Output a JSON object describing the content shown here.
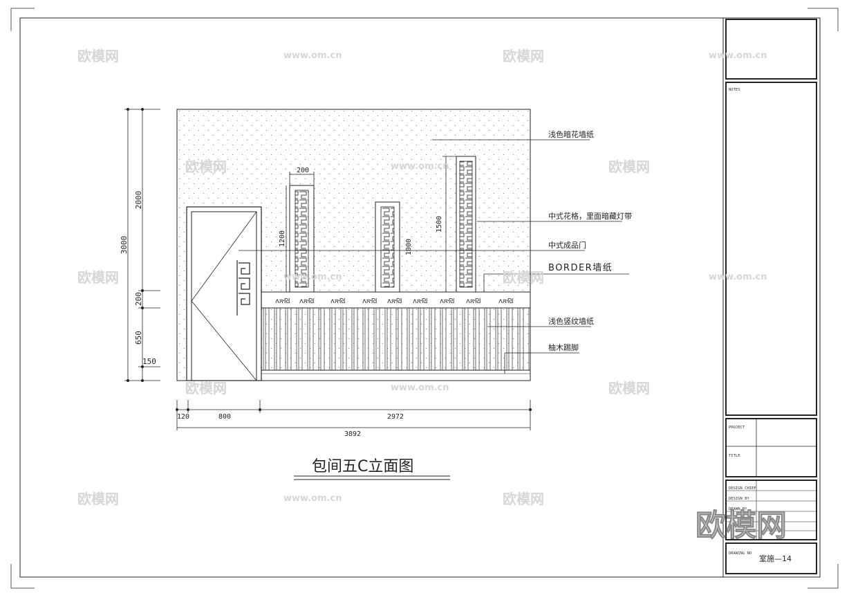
{
  "title": "包间五C立面图",
  "annotations": {
    "wallpaper_pattern": "浅色暗花墙纸",
    "chinese_lattice": "中式花格，里面暗藏灯带",
    "chinese_door": "中式成品门",
    "border_wallpaper": "BORDER墙纸",
    "stripe_wallpaper": "浅色竖纹墙纸",
    "skirting": "柚木踢脚"
  },
  "dimensions": {
    "total_height": "3000",
    "upper": "2000",
    "band": "200",
    "lower": "650",
    "skirting": "150",
    "lattice_width": "200",
    "lattice1_height": "1200",
    "lattice2_height": "1000",
    "lattice3_height": "1500",
    "left_offset": "120",
    "door_width": "800",
    "wall_width": "2972",
    "total_width": "3892"
  },
  "title_block": {
    "notes_label": "NOTES",
    "project_label": "PROJECT",
    "title_label": "TITLE",
    "design_chief_label": "DESIGN CHIEF",
    "design_by_label": "DESIGN BY",
    "drawn_by_label": "DRAWN BY",
    "drawing_no_label": "DRAWING NO",
    "drawing_no": "室施—14"
  },
  "watermark": {
    "logo": "欧模网",
    "site": "www.om.cn"
  }
}
